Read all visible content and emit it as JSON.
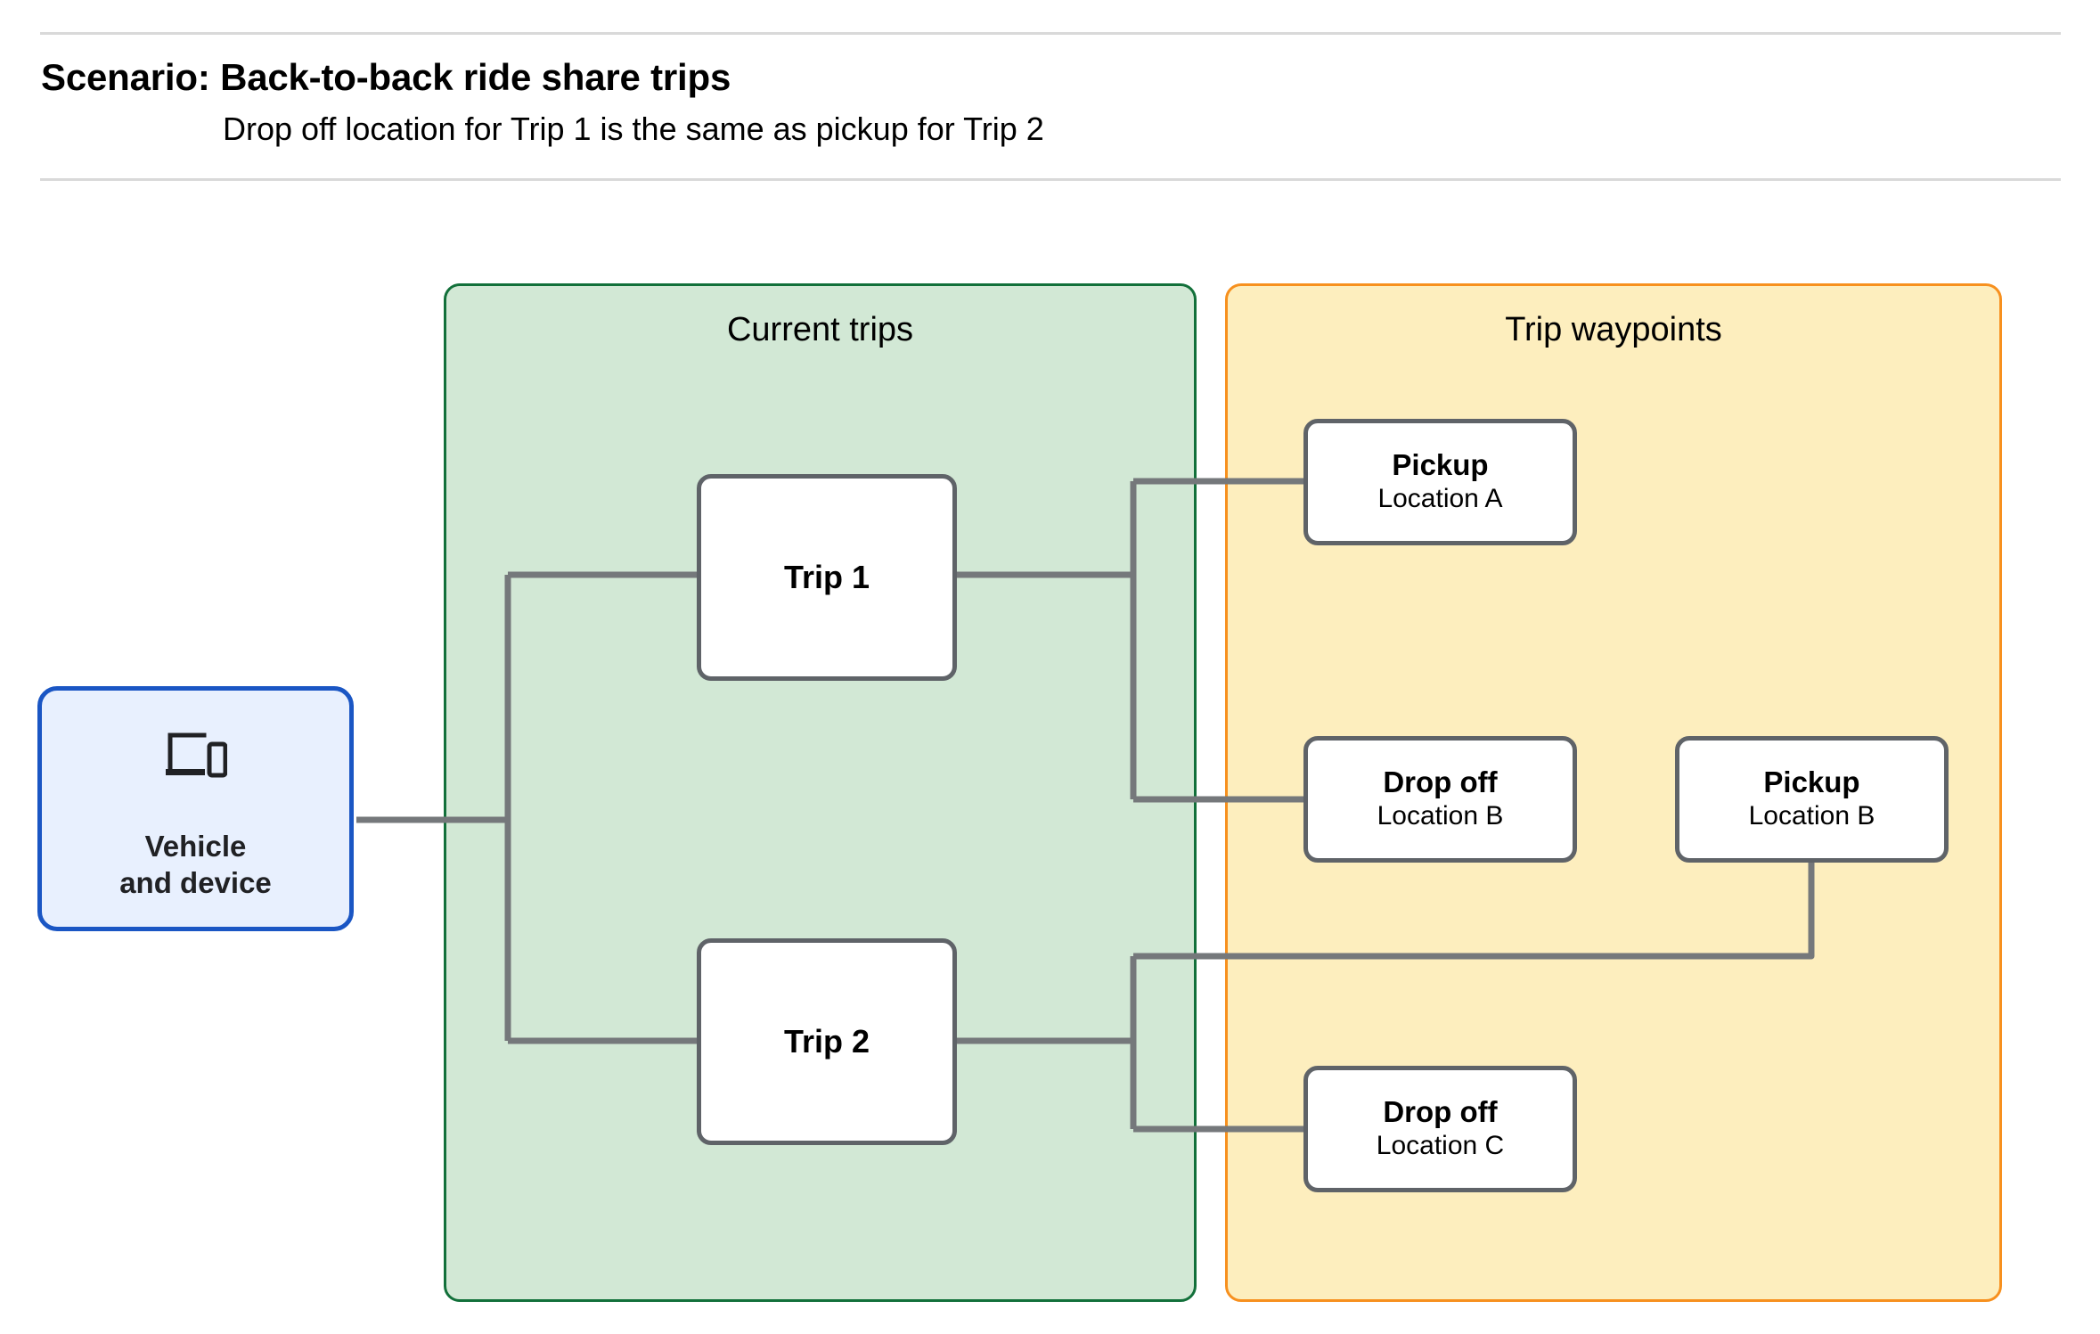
{
  "header": {
    "title": "Scenario: Back-to-back ride share trips",
    "subtitle": "Drop off  location for Trip 1 is the same as pickup for Trip 2"
  },
  "lanes": {
    "current_trips": {
      "title": "Current trips",
      "fill": "#d2e8d5",
      "border": "#12703a"
    },
    "trip_waypoints": {
      "title": "Trip waypoints",
      "fill": "#fdeebe",
      "border": "#f7901e"
    }
  },
  "source_node": {
    "label": "Vehicle\nand device",
    "icon": "devices-laptop-phone-icon",
    "fill": "#e8f0fe",
    "border": "#1a56c4"
  },
  "trips": [
    {
      "label": "Trip 1"
    },
    {
      "label": "Trip 2"
    }
  ],
  "waypoints": [
    {
      "id": "pickup-a",
      "title": "Pickup",
      "location": "Location A"
    },
    {
      "id": "dropoff-b",
      "title": "Drop off",
      "location": "Location B"
    },
    {
      "id": "pickup-b",
      "title": "Pickup",
      "location": "Location B"
    },
    {
      "id": "dropoff-c",
      "title": "Drop off",
      "location": "Location C"
    }
  ],
  "connector_color": "#75787b",
  "edges": [
    {
      "from": "vehicle-and-device",
      "to": "trip-1"
    },
    {
      "from": "vehicle-and-device",
      "to": "trip-2"
    },
    {
      "from": "trip-1",
      "to": "pickup-a"
    },
    {
      "from": "trip-1",
      "to": "dropoff-b"
    },
    {
      "from": "trip-2",
      "to": "pickup-b"
    },
    {
      "from": "trip-2",
      "to": "dropoff-c"
    }
  ]
}
